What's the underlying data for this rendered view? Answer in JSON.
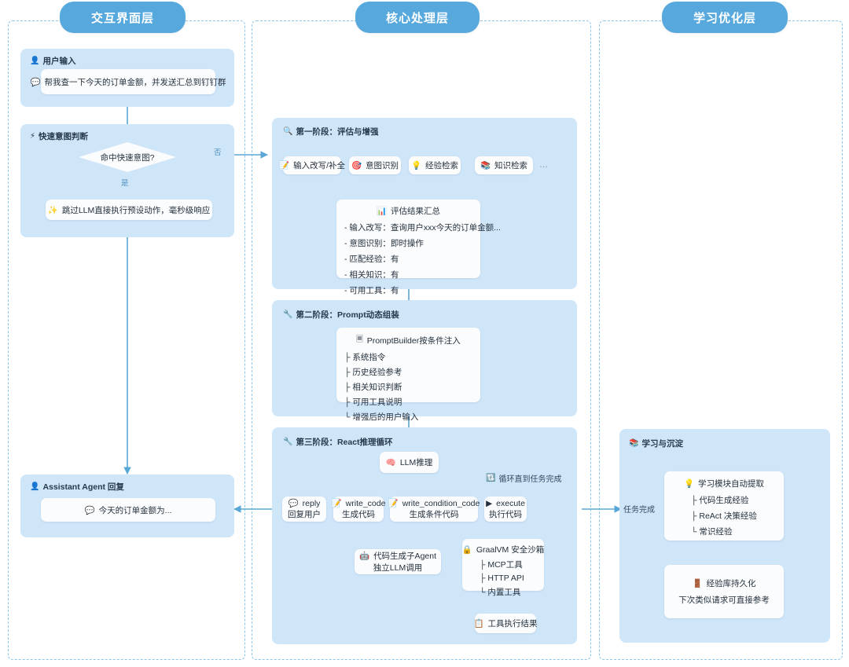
{
  "lanes": [
    {
      "id": "interaction",
      "title": "交互界面层"
    },
    {
      "id": "core",
      "title": "核心处理层"
    },
    {
      "id": "learning",
      "title": "学习优化层"
    }
  ],
  "interaction": {
    "user_input_panel": {
      "icon": "user-icon",
      "label": "用户输入"
    },
    "user_message": {
      "icon": "speech-bubble-icon",
      "text": "帮我查一下今天的订单金额，并发送汇总到钉钉群"
    },
    "intent_panel": {
      "icon": "lightning-icon",
      "label": "快速意图判断"
    },
    "decision": {
      "text": "命中快速意图?"
    },
    "edge_yes": "是",
    "edge_no": "否",
    "fast_action": {
      "icon": "spark-icon",
      "text": "跳过LLM直接执行预设动作，毫秒级响应"
    },
    "assistant_panel": {
      "icon": "user-icon",
      "label": "Assistant Agent 回复"
    },
    "assistant_message": {
      "icon": "speech-bubble-icon",
      "text": "今天的订单金额为..."
    }
  },
  "core": {
    "stage1": {
      "icon": "magnifier-icon",
      "label": "第一阶段：评估与增强",
      "chips": [
        {
          "icon": "memo-icon",
          "label": "输入改写/补全"
        },
        {
          "icon": "target-icon",
          "label": "意图识别"
        },
        {
          "icon": "bulb-icon",
          "label": "经验检索"
        },
        {
          "icon": "books-icon",
          "label": "知识检索"
        }
      ],
      "chips_more": "…",
      "summary": {
        "icon": "bar-chart-icon",
        "title": "评估结果汇总",
        "rows": [
          "- 输入改写：查询用户xxx今天的订单金额...",
          "- 意图识别：即时操作",
          "- 匹配经验：有",
          "- 相关知识：有",
          "- 可用工具：有"
        ]
      }
    },
    "stage2": {
      "icon": "pen-icon",
      "label": "第二阶段：Prompt动态组装",
      "builder": {
        "icon": "page-icon",
        "title": "PromptBuilder按条件注入",
        "rows": [
          "├ 系统指令",
          "├ 历史经验参考",
          "├ 相关知识判断",
          "├ 可用工具说明",
          "└ 增强后的用户输入"
        ]
      }
    },
    "stage3": {
      "icon": "pen-icon",
      "label": "第三阶段：React推理循环",
      "llm": {
        "icon": "brain-icon",
        "label": "LLM推理"
      },
      "loop_note": {
        "icon": "loop-icon",
        "text": "循环直到任务完成"
      },
      "actions": [
        {
          "icon": "speech-bubble-icon",
          "name": "reply",
          "desc": "回复用户"
        },
        {
          "icon": "memo-icon",
          "name": "write_code",
          "desc": "生成代码"
        },
        {
          "icon": "memo-icon",
          "name": "write_condition_code",
          "desc": "生成条件代码"
        },
        {
          "icon": "play-icon",
          "name": "execute",
          "desc": "执行代码"
        }
      ],
      "subagent": {
        "icon": "robot-icon",
        "title": "代码生成子Agent",
        "desc": "独立LLM调用"
      },
      "sandbox": {
        "icon": "lock-icon",
        "title": "GraalVM 安全沙箱",
        "rows": [
          "├ MCP工具",
          "├ HTTP API",
          "└ 内置工具"
        ]
      },
      "tool_result": {
        "icon": "note-icon",
        "label": "工具执行结果"
      }
    }
  },
  "learning": {
    "panel": {
      "icon": "books-icon",
      "label": "学习与沉淀"
    },
    "edge_label": "任务完成",
    "extract": {
      "icon": "bulb-icon",
      "title": "学习模块自动提取",
      "rows": [
        "├ 代码生成经验",
        "├ ReAct 决策经验",
        "└ 常识经验"
      ]
    },
    "persist": {
      "icon": "door-icon",
      "title": "经验库持久化",
      "desc": "下次类似请求可直接参考"
    }
  },
  "colors": {
    "lane_accent": "#56a8dd",
    "lane_border": "#8ec6e8",
    "panel_bg": "#cfe5f8",
    "card_bg": "#fbfcfd",
    "edge": "#5aa7d6",
    "text": "#24313d"
  }
}
